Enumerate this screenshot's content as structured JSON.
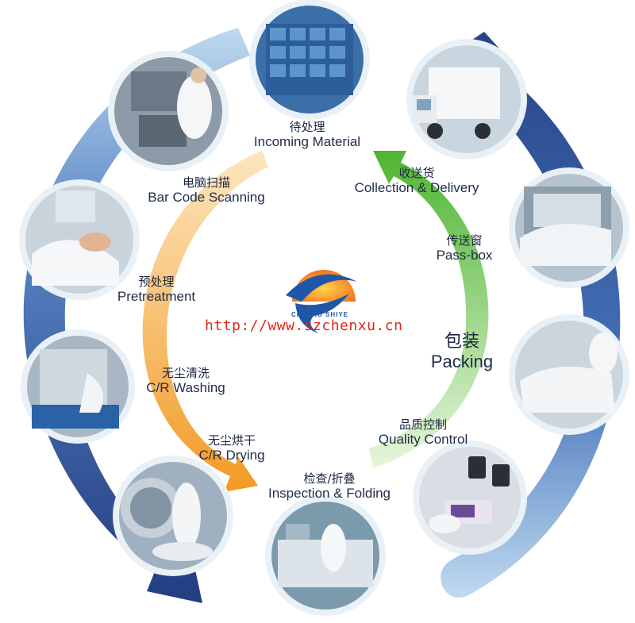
{
  "colors": {
    "outer_arrow": "#1f3f86",
    "outer_arrow_light": "#9cc3e6",
    "orange_arrow": "#f0a43a",
    "green_arrow": "#5cbb3c",
    "url": "#e0261b",
    "photo_border": "#e9f1f7"
  },
  "url": "http://www.szchenxu.cn",
  "logo": {
    "text": "CHENXU SHIYE",
    "icon": "sun-bird-logo-icon"
  },
  "steps": [
    {
      "id": "incoming",
      "cn": "待处理",
      "en": "Incoming Material",
      "photo": "storage-bins-photo"
    },
    {
      "id": "barcode",
      "cn": "电脑扫描",
      "en": "Bar Code Scanning",
      "photo": "scanning-station-photo"
    },
    {
      "id": "pretreatment",
      "cn": "预处理",
      "en": "Pretreatment",
      "photo": "garment-treatment-photo"
    },
    {
      "id": "washing",
      "cn": "无尘清洗",
      "en": "C/R Washing",
      "photo": "washing-machine-photo"
    },
    {
      "id": "drying",
      "cn": "无尘烘干",
      "en": "C/R Drying",
      "photo": "dryer-photo"
    },
    {
      "id": "inspection",
      "cn": "检查/折叠",
      "en": "Inspection & Folding",
      "photo": "folding-table-photo"
    },
    {
      "id": "quality",
      "cn": "品质控制",
      "en": "Quality Control",
      "photo": "particle-counter-photo"
    },
    {
      "id": "packing",
      "cn": "包装",
      "en": "Packing",
      "photo": "packing-photo"
    },
    {
      "id": "passbox",
      "cn": "传送窗",
      "en": "Pass-box",
      "photo": "pass-box-photo"
    },
    {
      "id": "delivery",
      "cn": "收送货",
      "en": "Collection & Delivery",
      "photo": "delivery-truck-photo"
    }
  ]
}
